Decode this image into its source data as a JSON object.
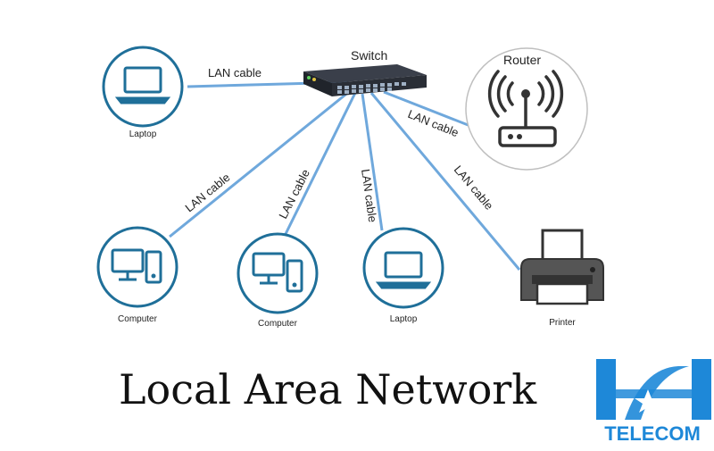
{
  "diagram": {
    "title": "Local Area Network",
    "switch_label": "Switch",
    "router_label": "Router",
    "cable_label": "LAN cable",
    "nodes": {
      "laptop_top": "Laptop",
      "computer_left": "Computer",
      "computer_mid": "Computer",
      "laptop_bottom": "Laptop",
      "printer": "Printer"
    },
    "cables": [
      {
        "label": "LAN cable"
      },
      {
        "label": "LAN cable"
      },
      {
        "label": "LAN cable"
      },
      {
        "label": "LAN cable"
      },
      {
        "label": "LAN cable"
      },
      {
        "label": "LAN cable"
      }
    ]
  },
  "logo": {
    "text": "TELECOM",
    "brand_color": "#1e88d8"
  },
  "colors": {
    "cable": "#6fa8dc",
    "circle": "#1f6f99",
    "icon": "#1f6f99"
  },
  "icons": [
    "laptop-icon",
    "computer-icon",
    "switch-icon",
    "router-icon",
    "printer-icon"
  ]
}
